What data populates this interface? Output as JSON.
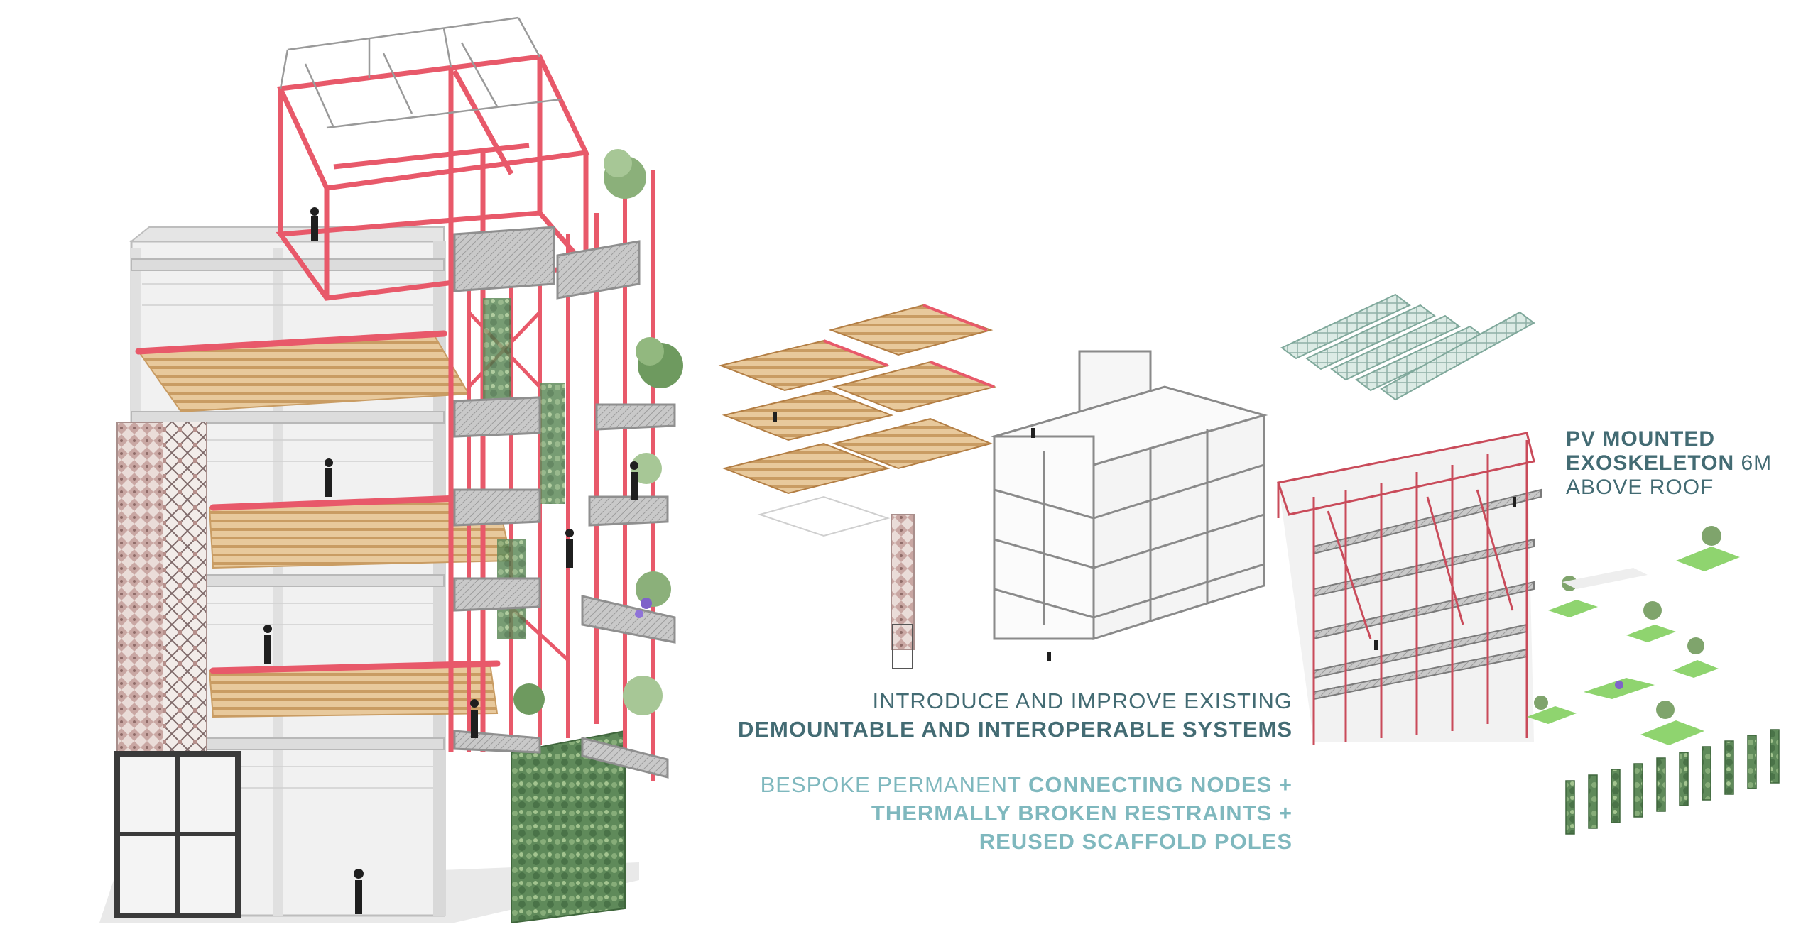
{
  "colors": {
    "exoskeleton_red": "#e8596a",
    "timber": "#d9b07a",
    "concrete": "#d6d6d6",
    "text_dark": "#436b73",
    "text_light": "#7fb8be",
    "green_wall": "#5f8a5a",
    "planter_green": "#8fd46f",
    "pv_panel": "#cfe3dc"
  },
  "labels": {
    "introduce": {
      "line1": "INTRODUCE AND IMPROVE EXISTING",
      "line2": "DEMOUNTABLE AND INTEROPERABLE SYSTEMS"
    },
    "nodes": {
      "line1_a": "BESPOKE PERMANENT ",
      "line1_b": "CONNECTING NODES +",
      "line2": "THERMALLY BROKEN RESTRAINTS +",
      "line3": "REUSED SCAFFOLD POLES"
    },
    "pv": {
      "line1": "PV MOUNTED",
      "line2_a": "EXOSKELETON ",
      "line2_b": "6M",
      "line3": "ABOVE ROOF"
    }
  }
}
